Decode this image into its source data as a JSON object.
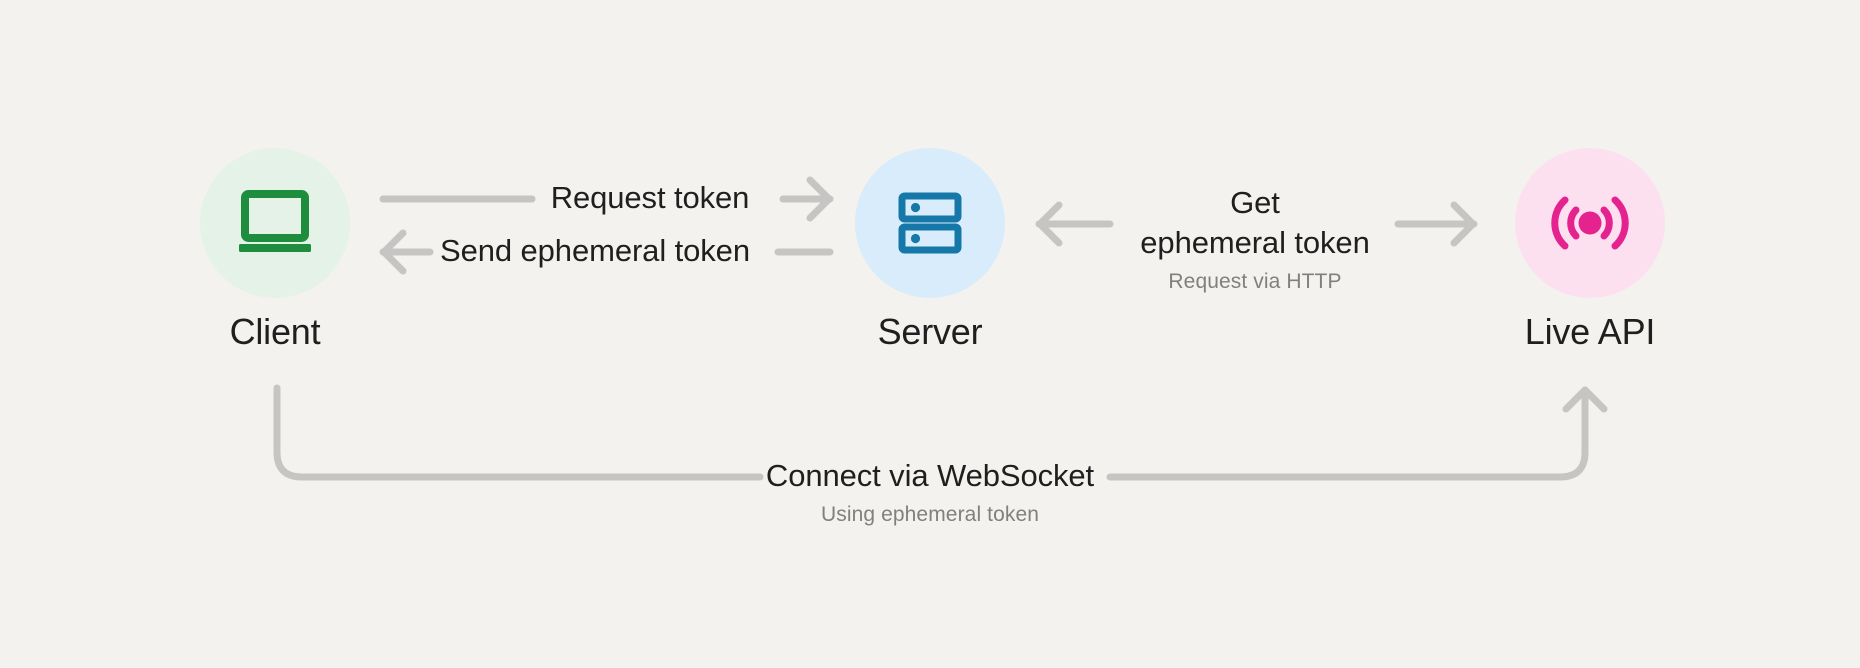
{
  "diagram": {
    "title": "Live API ephemeral token flow",
    "background_color": "#f3f2ef"
  },
  "nodes": [
    {
      "id": "client",
      "label": "Client",
      "icon": "laptop-icon",
      "circle_color": "#e4f2e7",
      "icon_color": "#1e8e3e"
    },
    {
      "id": "server",
      "label": "Server",
      "icon": "server-rack-icon",
      "circle_color": "#d8ecfb",
      "icon_color": "#1578a8"
    },
    {
      "id": "live-api",
      "label": "Live API",
      "icon": "broadcast-signal-icon",
      "circle_color": "#fce0f0",
      "icon_color": "#e5238f"
    }
  ],
  "edges": [
    {
      "id": "request-token",
      "title": "Request token",
      "subtitle": "",
      "from": "client",
      "to": "server",
      "direction": "right"
    },
    {
      "id": "send-ephemeral-token",
      "title": "Send ephemeral token",
      "subtitle": "",
      "from": "server",
      "to": "client",
      "direction": "left"
    },
    {
      "id": "get-ephemeral-token",
      "title": "Get\nephemeral token",
      "subtitle": "Request via HTTP",
      "from": "server",
      "to": "live-api",
      "direction": "both"
    },
    {
      "id": "connect-websocket",
      "title": "Connect via WebSocket",
      "subtitle": "Using ephemeral token",
      "from": "client",
      "to": "live-api",
      "direction": "right"
    }
  ],
  "colors": {
    "connector": "#c6c5c3",
    "text_primary": "#1f1f1f",
    "text_secondary": "#80807e",
    "client_accent": "#1e8e3e",
    "server_accent": "#1578a8",
    "live_api_accent": "#e5238f"
  }
}
